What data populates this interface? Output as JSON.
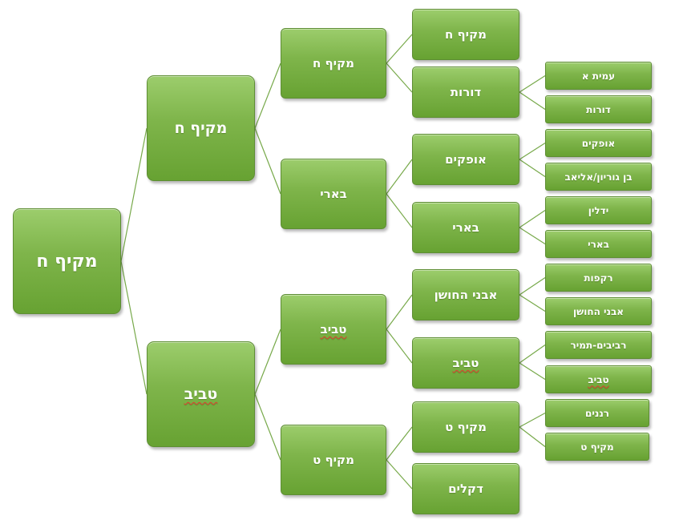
{
  "tree": {
    "root": "מקיף ח",
    "b_upper": "מקיף ח",
    "b_lower": "טביב",
    "upper": {
      "makif_h": {
        "label": "מקיף ח",
        "child_makif_h": "מקיף ח",
        "child_dorot": {
          "label": "דורות",
          "leaves": [
            "עמית א",
            "דורות"
          ]
        }
      },
      "beeri": {
        "label": "בארי",
        "child_ofakim": {
          "label": "אופקים",
          "leaves": [
            "אופקים",
            "בן גוריון/אליאב"
          ]
        },
        "child_beeri": {
          "label": "בארי",
          "leaves": [
            "ידלין",
            "בארי"
          ]
        }
      }
    },
    "lower": {
      "taviv": {
        "label": "טביב",
        "child_avnei": {
          "label": "אבני החושן",
          "leaves": [
            "רקפות",
            "אבני החושן"
          ]
        },
        "child_taviv": {
          "label": "טביב",
          "leaves": [
            "רביבים-תמיר",
            "טביב"
          ]
        }
      },
      "makif_t": {
        "label": "מקיף ט",
        "child_makif_t": {
          "label": "מקיף ט",
          "leaves": [
            "רננים",
            "מקיף ט"
          ]
        },
        "child_dekalim": "דקלים"
      }
    }
  },
  "colors": {
    "node_fill_top": "#9ccd6c",
    "node_fill_bottom": "#67a232",
    "node_text": "#ffffff",
    "connector": "#77a94a",
    "spellcheck_underline": "#e23b2e"
  }
}
